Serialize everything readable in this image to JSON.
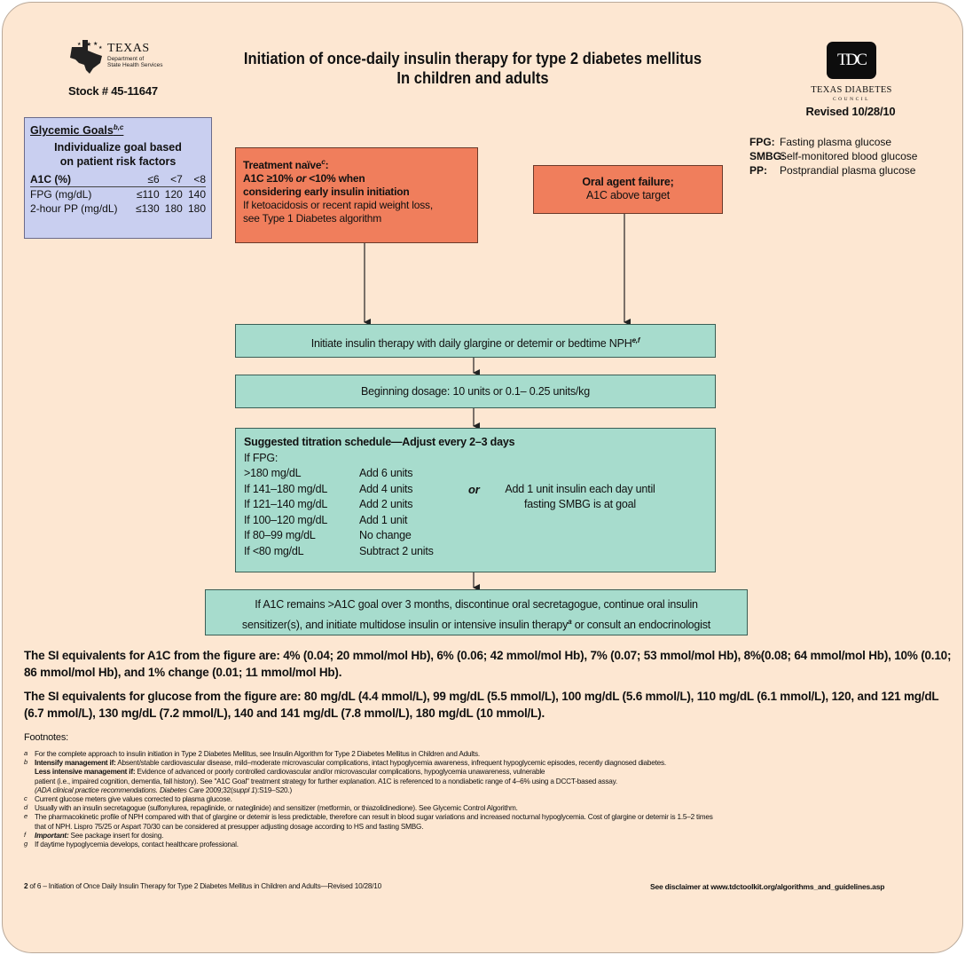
{
  "header": {
    "texas_logo_word": "TEXAS",
    "texas_logo_dept": [
      "Department of",
      "State Health Services"
    ],
    "stock": "Stock # 45-11647",
    "title_line1": "Initiation of once-daily insulin therapy for type 2 diabetes mellitus",
    "title_line2": "In children and adults",
    "tdc_logo": "TDC",
    "tdc_name": "TEXAS DIABETES",
    "tdc_council": "COUNCIL",
    "revised": "Revised 10/28/10"
  },
  "glycemic_goals": {
    "title": "Glycemic Goals",
    "title_sup": "b,c",
    "sub1": "Individualize goal based",
    "sub2": "on patient risk factors",
    "header_row": [
      "A1C (%)",
      "≤6",
      "<7",
      "<8"
    ],
    "rows": [
      [
        "FPG (mg/dL)",
        "≤110",
        "120",
        "140"
      ],
      [
        "2-hour PP (mg/dL)",
        "≤130",
        "180",
        "180"
      ]
    ]
  },
  "abbreviations": [
    {
      "key": "FPG:",
      "value": "Fasting plasma glucose"
    },
    {
      "key": "SMBG:",
      "value": "Self-monitored blood glucose"
    },
    {
      "key": "PP:",
      "value": "Postprandial plasma glucose"
    }
  ],
  "flow": {
    "naive": {
      "title": "Treatment naïve",
      "title_sup": "c",
      "title_colon": ":",
      "line2_a": "A1C ≥10% ",
      "line2_or": "or",
      "line2_b": " <10% when",
      "line3": "considering early insulin initiation",
      "line4": "If ketoacidosis or recent rapid weight loss,",
      "line5": "see Type 1 Diabetes algorithm"
    },
    "oral": {
      "title": "Oral agent failure;",
      "line2": "A1C above target"
    },
    "initiate": {
      "text": "Initiate insulin therapy with daily glargine or detemir or bedtime NPH",
      "sup": "e,f"
    },
    "dosage": "Beginning dosage: 10 units or 0.1– 0.25 units/kg",
    "titration": {
      "heading": "Suggested titration schedule—Adjust every 2–3 days",
      "if_fpg": "If FPG:",
      "rows": [
        [
          ">180 mg/dL",
          "Add 6 units"
        ],
        [
          "If 141–180 mg/dL",
          "Add 4 units"
        ],
        [
          "If 121–140 mg/dL",
          "Add 2 units"
        ],
        [
          "If 100–120 mg/dL",
          "Add 1 unit"
        ],
        [
          "If 80–99 mg/dL",
          "No change"
        ],
        [
          "If <80 mg/dL",
          "Subtract 2 units"
        ]
      ],
      "or": "or",
      "alt_line1": "Add 1 unit insulin each day until",
      "alt_line2": "fasting SMBG is at goal"
    },
    "final": {
      "line1": "If A1C remains >A1C goal over 3 months, discontinue oral secretagogue, continue oral insulin",
      "line2_a": "sensitizer(s), and initiate multidose insulin or intensive insulin therapy",
      "line2_sup": "a",
      "line2_b": " or consult an endocrinologist"
    }
  },
  "si": {
    "a1c": "The SI equivalents for A1C from the figure are: 4% (0.04; 20 mmol/mol Hb), 6% (0.06; 42 mmol/mol Hb), 7% (0.07; 53 mmol/mol Hb), 8%(0.08; 64 mmol/mol Hb), 10% (0.10; 86 mmol/mol Hb), and 1% change (0.01; 11 mmol/mol Hb).",
    "glucose": "The SI equivalents for glucose from the figure are: 80 mg/dL (4.4 mmol/L), 99 mg/dL (5.5 mmol/L), 100 mg/dL (5.6 mmol/L), 110 mg/dL (6.1 mmol/L), 120, and 121 mg/dL (6.7 mmol/L), 130 mg/dL (7.2 mmol/L), 140 and 141 mg/dL (7.8 mmol/L), 180 mg/dL (10 mmol/L)."
  },
  "footnotes": {
    "heading": "Footnotes:",
    "a": "For the complete approach to insulin initiation in Type 2 Diabetes Mellitus, see Insulin Algorithm for Type 2 Diabetes Mellitus in Children and Adults.",
    "b1_bold": "Intensify management if:",
    "b1": " Absent/stable cardiovascular disease, mild–moderate microvascular complications, intact hypoglycemia awareness, infrequent hypoglycemic episodes, recently diagnosed diabetes.",
    "b2_bold": "Less intensive management if:",
    "b2": " Evidence of advanced or poorly controlled cardiovascular and/or microvascular complications, hypoglycemia unawareness, vulnerable",
    "b3": "patient (i.e., impaired cognition, dementia, fall history). See \"A1C Goal\" treatment strategy for further explanation. A1C is referenced to a nondiabetic range of 4–6% using a DCCT-based assay.",
    "b4_italic": "(ADA clinical practice recommendations. Diabetes Care",
    "b4": " 2009;32(",
    "b4_italic2": "suppl 1",
    "b4_end": "):S19–S20.)",
    "c": "Current glucose meters give values corrected to plasma glucose.",
    "d": "Usually with an insulin secretagogue (sulfonylurea, repaglinide, or nateglinide) and sensitizer (metformin, or thiazolidinedione). See Glycemic Control Algorithm.",
    "e1": "The pharmacokinetic profile of NPH compared with that of glargine or detemir is less predictable, therefore can result in blood sugar variations and increased nocturnal hypoglycemia. Cost of glargine or detemir is 1.5–2 times",
    "e2": "that of NPH. Lispro 75/25 or Aspart 70/30 can be considered at presupper adjusting dosage according to HS and fasting SMBG.",
    "f_bold": "Important:",
    "f": " See package insert for dosing.",
    "g": "If daytime hypoglycemia develops, contact healthcare professional.",
    "markers": [
      "a",
      "b",
      "c",
      "d",
      "e",
      "f",
      "g"
    ]
  },
  "footer": {
    "left_bold": "2",
    "left": " of 6 – Initiation of Once Daily Insulin Therapy for Type 2 Diabetes Mellitus in Children and Adults—Revised 10/28/10",
    "right": "See disclaimer at www.tdctoolkit.org/algorithms_and_guidelines.asp"
  },
  "colors": {
    "page_bg": "#fde7d2",
    "orange_box": "#f07e5c",
    "teal_box": "#a7dccd",
    "goals_box": "#c9cff0"
  }
}
